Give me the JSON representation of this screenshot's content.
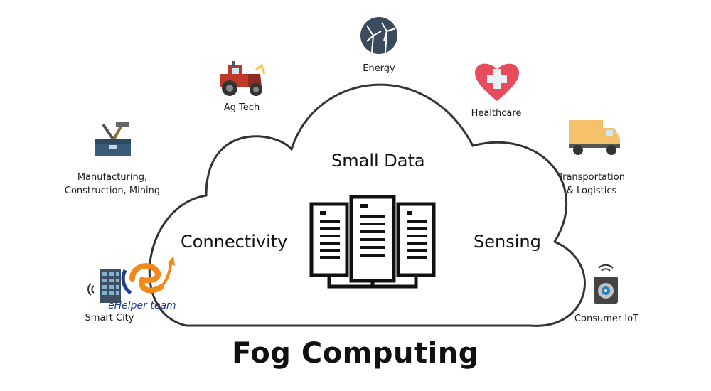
{
  "title": "Fog Computing",
  "cloud": {
    "top_label": "Small Data",
    "left_label": "Connectivity",
    "right_label": "Sensing"
  },
  "applications": [
    {
      "key": "energy",
      "label": "Energy",
      "icon": "wind-turbine-icon"
    },
    {
      "key": "agtech",
      "label": "Ag Tech",
      "icon": "tractor-icon"
    },
    {
      "key": "healthcare",
      "label": "Healthcare",
      "icon": "heart-cross-icon"
    },
    {
      "key": "manufacturing",
      "label_lines": [
        "Manufacturing,",
        "Construction, Mining"
      ],
      "icon": "toolbox-icon"
    },
    {
      "key": "transportation",
      "label_lines": [
        "Transportation",
        "& Logistics"
      ],
      "icon": "delivery-truck-icon"
    },
    {
      "key": "smartcity",
      "label": "Smart City",
      "icon": "smart-building-icon"
    },
    {
      "key": "consumeriot",
      "label": "Consumer IoT",
      "icon": "smart-camera-icon"
    }
  ],
  "watermark": {
    "text": "eHelper team"
  },
  "colors": {
    "cloud_outline": "#333333",
    "server": "#111111",
    "energy_bg": "#3b4a5c",
    "tractor": "#c0392b",
    "heart": "#e74c5c",
    "truck": "#f5c26b",
    "watermark_orange": "#f08a1c",
    "watermark_blue": "#1f3f8f"
  }
}
